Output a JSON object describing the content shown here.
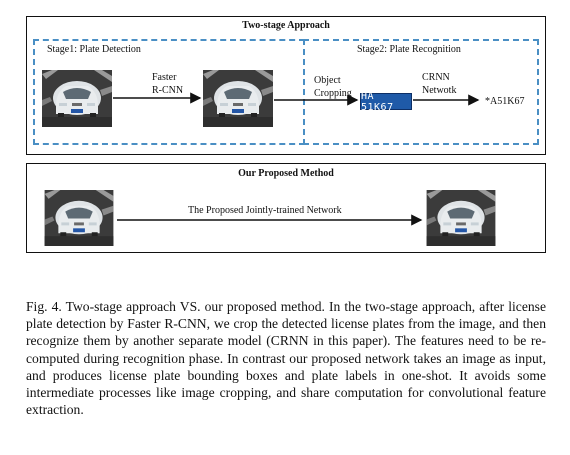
{
  "two_stage": {
    "title": "Two-stage Approach",
    "stage1_label": "Stage1: Plate Detection",
    "stage2_label": "Stage2: Plate Recognition",
    "faster_rcnn_label": [
      "Faster",
      "R-CNN"
    ],
    "object_cropping_label": [
      "Object",
      "Cropping"
    ],
    "crnn_label": [
      "CRNN",
      "Netwotk"
    ],
    "plate_text": "HA 51K67",
    "output_text": "*A51K67"
  },
  "proposed": {
    "title": "Our Proposed Method",
    "network_label": "The Proposed Jointly-trained Network"
  },
  "caption": "Fig. 4.  Two-stage approach VS. our proposed method. In the two-stage approach, after license plate detection by Faster R-CNN, we crop the detected license plates from the image, and then recognize them by another separate model (CRNN in this paper). The features need to be re-computed during recognition phase. In contrast our proposed network takes an image as input, and produces license plate bounding boxes and plate labels in one-shot. It avoids some intermediate processes like image cropping, and share computation for convolutional feature extraction.",
  "colors": {
    "dashed_box": "#4a8fc4",
    "plate_bg": "#1f5aa8",
    "plate_text": "#ffffff"
  }
}
